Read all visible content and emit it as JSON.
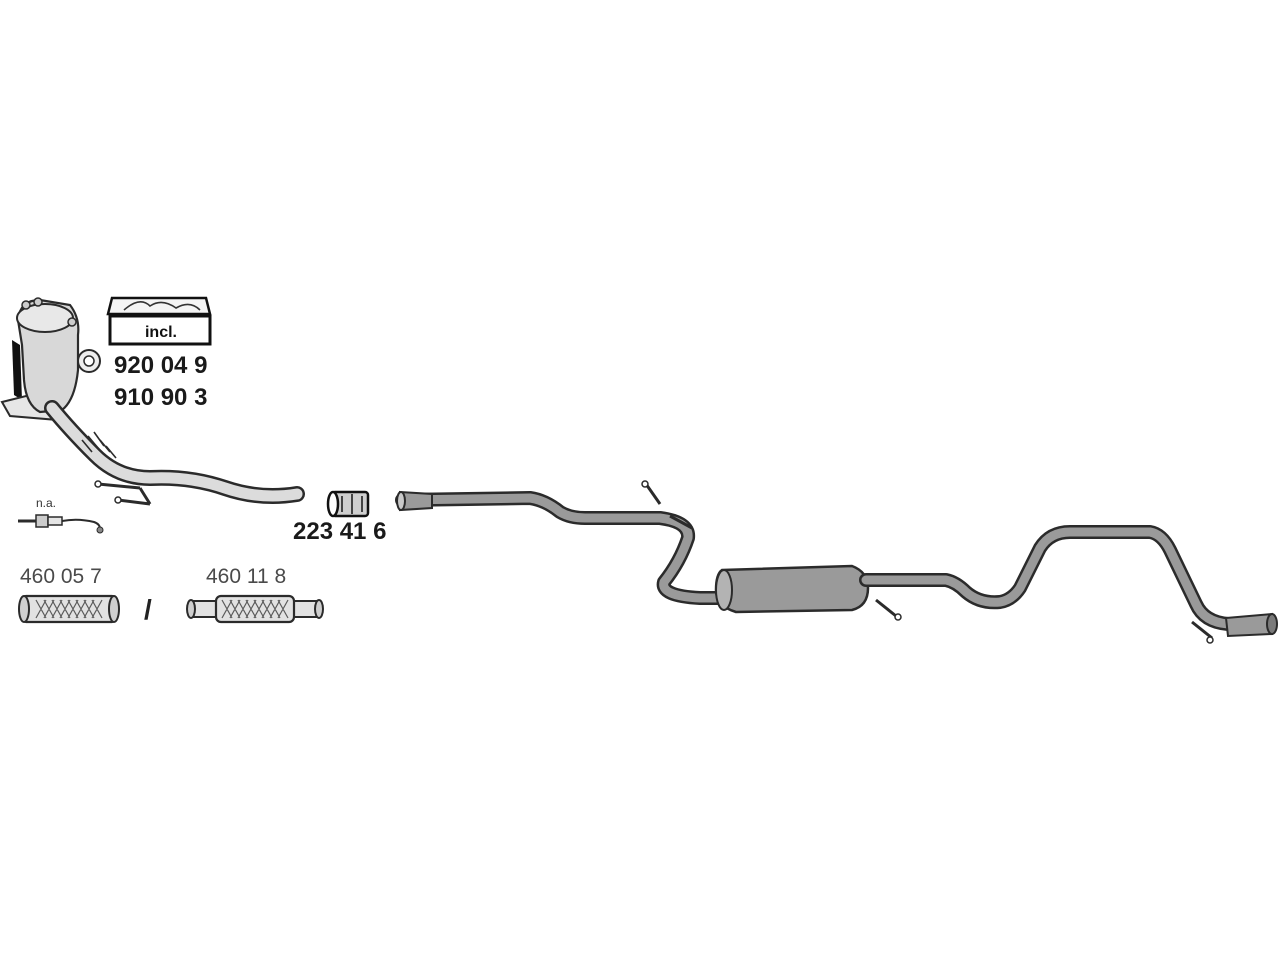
{
  "parts": {
    "mounting_kit_label": "incl.",
    "mounting_kit_number": "920 04 9",
    "catalyst_number": "910 90 3",
    "lambda_sensor_note": "n.a.",
    "flex_pipe_a_number": "460 05 7",
    "separator": "/",
    "flex_pipe_b_number": "460 11 8",
    "clamp_number": "223 41 6"
  },
  "colors": {
    "pipe_fill": "#9a9a9a",
    "pipe_outline": "#2b2b2b",
    "catalyst_fill": "#d8d8d8",
    "black_rail": "#111111"
  }
}
